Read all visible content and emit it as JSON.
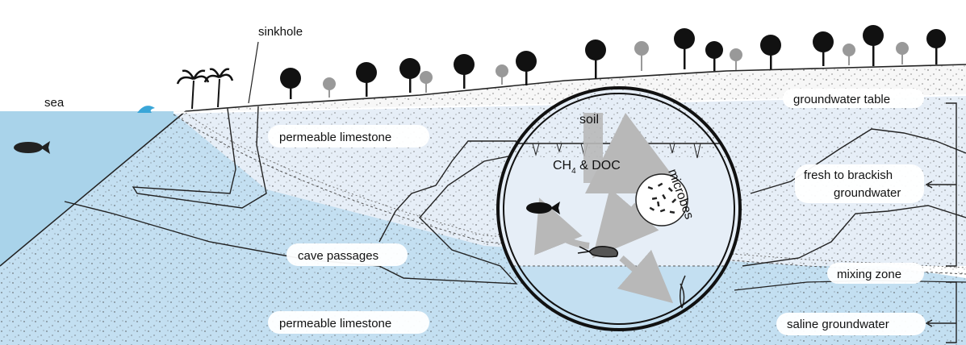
{
  "labels": {
    "sea": "sea",
    "sinkhole": "sinkhole",
    "groundwater_table": "groundwater table",
    "permeable_limestone_upper": "permeable limestone",
    "permeable_limestone_lower": "permeable limestone",
    "cave_passages": "cave passages",
    "fresh_line1": "fresh to brackish",
    "fresh_line2": "groundwater",
    "mixing_zone": "mixing zone",
    "saline_groundwater": "saline groundwater"
  },
  "inset": {
    "soil": "soil",
    "ch4_main": "CH",
    "ch4_sub": "4",
    "ch4_rest": " & DOC",
    "microbes": "microbes"
  },
  "colors": {
    "sea": "#a9d3ea",
    "saline": "#c3dff1",
    "fresh": "#e6eef7",
    "land": "#f7f7f7",
    "line": "#222222",
    "arrow_gray": "#b8b8b8"
  }
}
